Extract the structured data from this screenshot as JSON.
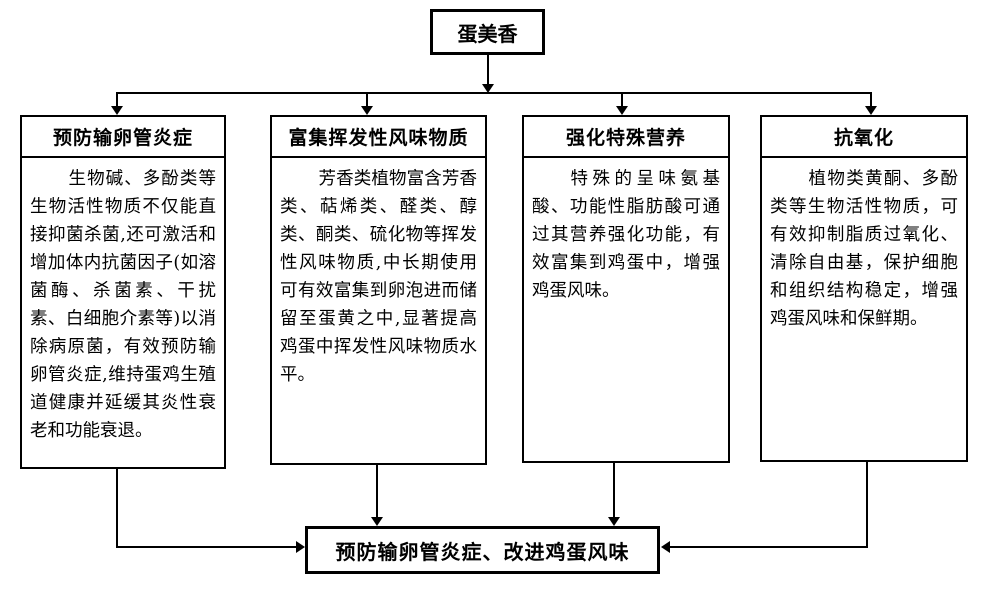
{
  "diagram": {
    "root": {
      "label": "蛋美香"
    },
    "branches": [
      {
        "title": "预防输卵管炎症",
        "body": "生物碱、多酚类等生物活性物质不仅能直接抑菌杀菌,还可激活和增加体内抗菌因子(如溶菌酶、杀菌素、干扰素、白细胞介素等)以消除病原菌，有效预防输卵管炎症,维持蛋鸡生殖道健康并延缓其炎性衰老和功能衰退。"
      },
      {
        "title": "富集挥发性风味物质",
        "body": "芳香类植物富含芳香类、萜烯类、醛类、醇类、酮类、硫化物等挥发性风味物质,中长期使用可有效富集到卵泡进而储留至蛋黄之中,显著提高鸡蛋中挥发性风味物质水平。"
      },
      {
        "title": "强化特殊营养",
        "body": "特殊的呈味氨基酸、功能性脂肪酸可通过其营养强化功能，有效富集到鸡蛋中，增强鸡蛋风味。"
      },
      {
        "title": "抗氧化",
        "body": "植物类黄酮、多酚类等生物活性物质，可有效抑制脂质过氧化、清除自由基，保护细胞和组织结构稳定，增强鸡蛋风味和保鲜期。"
      }
    ],
    "result": {
      "label": "预防输卵管炎症、改进鸡蛋风味"
    },
    "colors": {
      "line": "#000000",
      "background": "#ffffff",
      "text": "#000000"
    }
  }
}
